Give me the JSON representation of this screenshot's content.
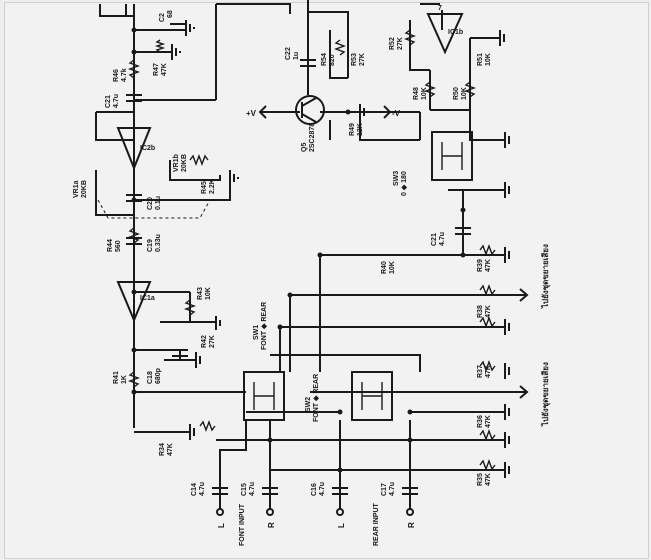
{
  "colors": {
    "paper": "#f2f2f2",
    "ink": "#1a1a1a",
    "background": "#eeeeee"
  },
  "components": {
    "C2": "C2",
    "C2_val": "68",
    "R46": "R46",
    "R46_val": "4.7k",
    "R47": "R47",
    "R47_val": "47K",
    "C21": "C21",
    "C21_val": "4.7u",
    "IC2b": "IC2b",
    "VR1a": "VR1a",
    "VR1a_val": "20KB",
    "VR1b": "VR1b",
    "VR1b_val": "20KB",
    "R45": "R45",
    "R45_val": "2.2K",
    "C20": "C20",
    "C20_val": "0.1u",
    "R44": "R44",
    "R44_val": "560",
    "C19": "C19",
    "C19_val": "0.33u",
    "IC1a": "IC1a",
    "R43": "R43",
    "R43_val": "10K",
    "R42": "R42",
    "R42_val": "27K",
    "C18": "C18",
    "C18_val": "680p",
    "R41": "R41",
    "R41_val": "1K",
    "R34": "R34",
    "R34_val": "47K",
    "C22": "C22",
    "C22_val": "1u",
    "R54": "R54",
    "R54_val": "820",
    "R53": "R53",
    "R53_val": "27K",
    "Q5": "Q5",
    "Q5_val": "2SC2878",
    "R49": "R49",
    "R49_val": "12K",
    "V_plus": "+V",
    "V_minus": "-V",
    "R52": "R52",
    "R52_val": "27K",
    "IC1b": "IC1b",
    "pin7": "7",
    "R51": "R51",
    "R51_val": "10K",
    "R48": "R48",
    "R48_val": "10K",
    "R50": "R50",
    "R50_val": "10K",
    "SW3": "SW3",
    "SW3_val": "0 ◆ 180",
    "C21b": "C21",
    "C21b_val": "4.7u",
    "R39": "R39",
    "R39_val": "47K",
    "R40": "R40",
    "R40_val": "10K",
    "SW1": "SW1",
    "SW1_val": "FONT ◆ REAR",
    "SW2": "SW2",
    "SW2_val": "FONT ◆ REAR",
    "R38": "R38",
    "R38_val": "47K",
    "R37": "R37",
    "R37_val": "47K",
    "R36": "R36",
    "R36_val": "47K",
    "R35": "R35",
    "R35_val": "47K",
    "C14": "C14",
    "C14_val": "4.7u",
    "C15": "C15",
    "C15_val": "4.7u",
    "C16": "C16",
    "C16_val": "4.7u",
    "C17": "C17",
    "C17_val": "4.7u",
    "L1": "L",
    "R1": "R",
    "L2": "L",
    "R2": "R",
    "font_input": "FONT INPUT",
    "rear_input": "REAR INPUT",
    "output1": "ไปยังชุดขยายเสียง",
    "output2": "ไปยังชุดขยายเสียง"
  }
}
